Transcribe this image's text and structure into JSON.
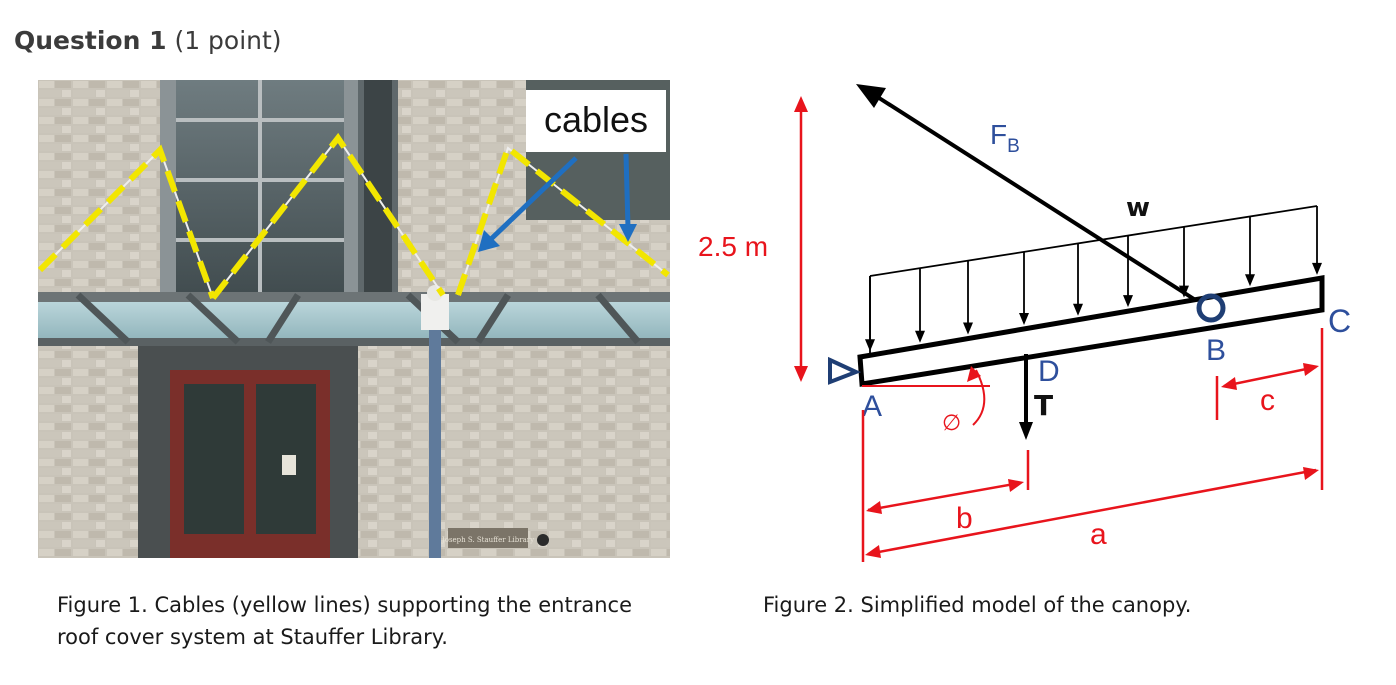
{
  "question": {
    "label": "Question 1",
    "points": "(1 point)"
  },
  "photo": {
    "callout": "cables",
    "sign_text": "Joseph S. Stauffer Library"
  },
  "diagram": {
    "height_dim": "2.5 m",
    "force_label": "F",
    "force_subscript": "B",
    "load_label": "w",
    "point_a": "A",
    "point_b": "B",
    "point_c": "C",
    "point_d": "D",
    "tension_label": "T",
    "angle_symbol": "∅",
    "dim_a": "a",
    "dim_b": "b",
    "dim_c": "c"
  },
  "captions": {
    "figure1_line1": "Figure 1. Cables (yellow lines) supporting the entrance",
    "figure1_line2": "roof cover system at Stauffer Library.",
    "figure2": "Figure 2. Simplified model of the canopy."
  },
  "colors": {
    "cable_yellow": "#f2e600",
    "arrow_blue": "#1f6fc1",
    "dimension_red": "#e8141c",
    "label_blue": "#2e4f9c"
  }
}
